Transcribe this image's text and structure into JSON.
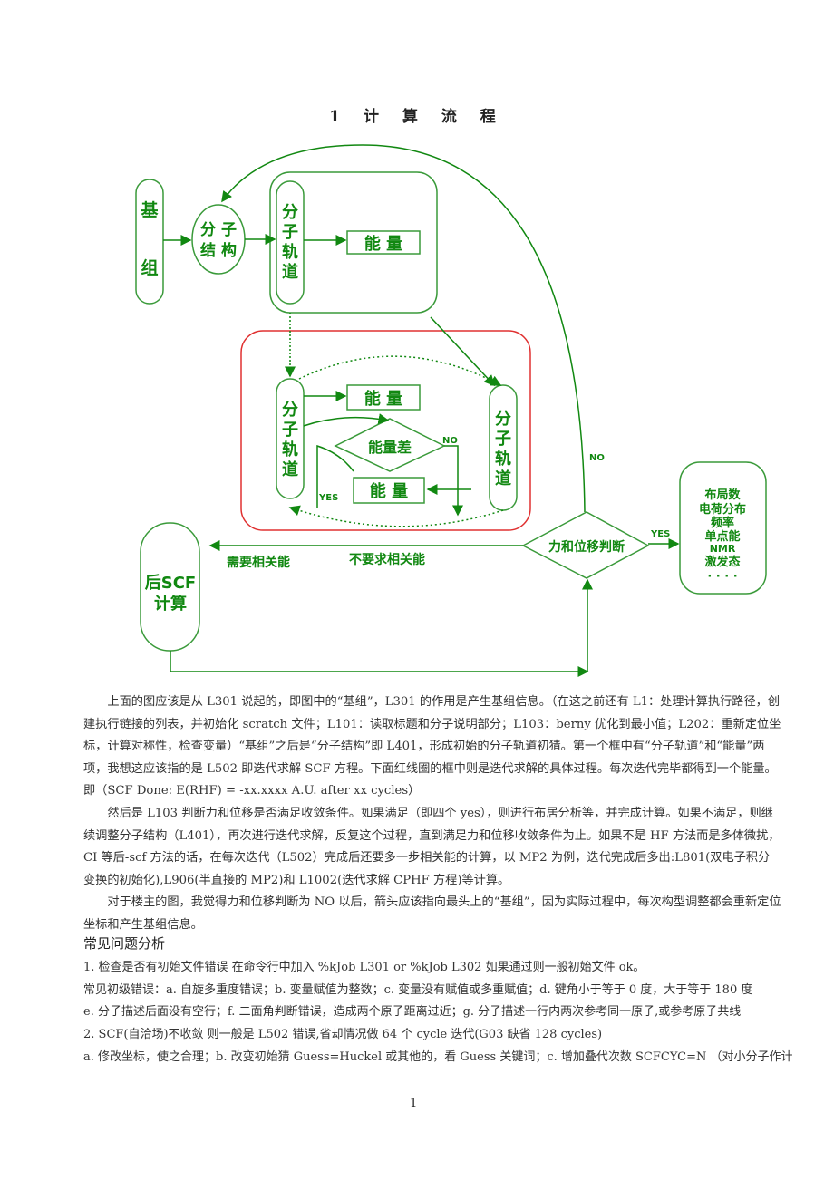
{
  "title": "1 计 算 流 程",
  "diagram": {
    "basis_top": "基",
    "basis_bottom": "组",
    "structure_1": "分 子",
    "structure_2": "结 构",
    "orbital_chars": [
      "分",
      "子",
      "轨",
      "道"
    ],
    "energy": "能  量",
    "energy_diff": "能量差",
    "no": "NO",
    "yes": "YES",
    "post_scf_1": "后SCF",
    "post_scf_2": "计算",
    "need_corr": "需要相关能",
    "no_corr": "不要求相关能",
    "judge": "力和位移判断",
    "results": [
      "布局数",
      "电荷分布",
      "频率",
      "单点能",
      "NMR",
      "激发态",
      "· · · ·"
    ]
  },
  "paragraphs": [
    "上面的图应该是从 L301 说起的，即图中的“基组”，L301 的作用是产生基组信息。（在这之前还有 L1：处理计算执行路径，创建执行链接的列表，并初始化 scratch 文件；L101：读取标题和分子说明部分；L103：berny 优化到最小值；L202：重新定位坐标，计算对称性，检查变量）“基组”之后是“分子结构”即 L401，形成初始的分子轨道初猜。第一个框中有“分子轨道”和“能量”两项，我想这应该指的是 L502 即迭代求解 SCF 方程。下面红线圈的框中则是迭代求解的具体过程。每次迭代完毕都得到一个能量。即（SCF Done:   E(RHF) =   -xx.xxxx       A.U. after    xx cycles）",
    "然后是 L103 判断力和位移是否满足收敛条件。如果满足（即四个 yes），则进行布居分析等，并完成计算。如果不满足，则继续调整分子结构（L401），再次进行迭代求解，反复这个过程，直到满足力和位移收敛条件为止。如果不是 HF 方法而是多体微扰，CI 等后-scf 方法的话，在每次迭代（L502）完成后还要多一步相关能的计算，以 MP2 为例，迭代完成后多出:L801(双电子积分变换的初始化),L906(半直接的 MP2)和 L1002(迭代求解 CPHF 方程)等计算。",
    "对于楼主的图，我觉得力和位移判断为 NO 以后，箭头应该指向最头上的“基组”，因为实际过程中，每次构型调整都会重新定位坐标和产生基组信息。"
  ],
  "section_heading": "常见问题分析",
  "lines": [
    "1.   检查是否有初始文件错误     在命令行中加入 %kJob L301 or %kJob L302      如果通过则一般初始文件 ok。",
    "常见初级错误：a. 自旋多重度错误；b. 变量赋值为整数；c. 变量没有赋值或多重赋值；d. 键角小于等于 0 度，大于等于 180 度",
    "e. 分子描述后面没有空行；f. 二面角判断错误，造成两个原子距离过近；g. 分子描述一行内两次参考同一原子,或参考原子共线",
    "2.   SCF(自洽场)不收敛   则一般是 L502 错误,省却情况做 64 个 cycle 迭代(G03 缺省 128 cycles)",
    "a. 修改坐标，使之合理；b. 改变初始猜   Guess=Huckel 或其他的，看 Guess 关键词；c. 增加叠代次数 SCFCYC=N （对小分子作计"
  ],
  "page_number": "1"
}
